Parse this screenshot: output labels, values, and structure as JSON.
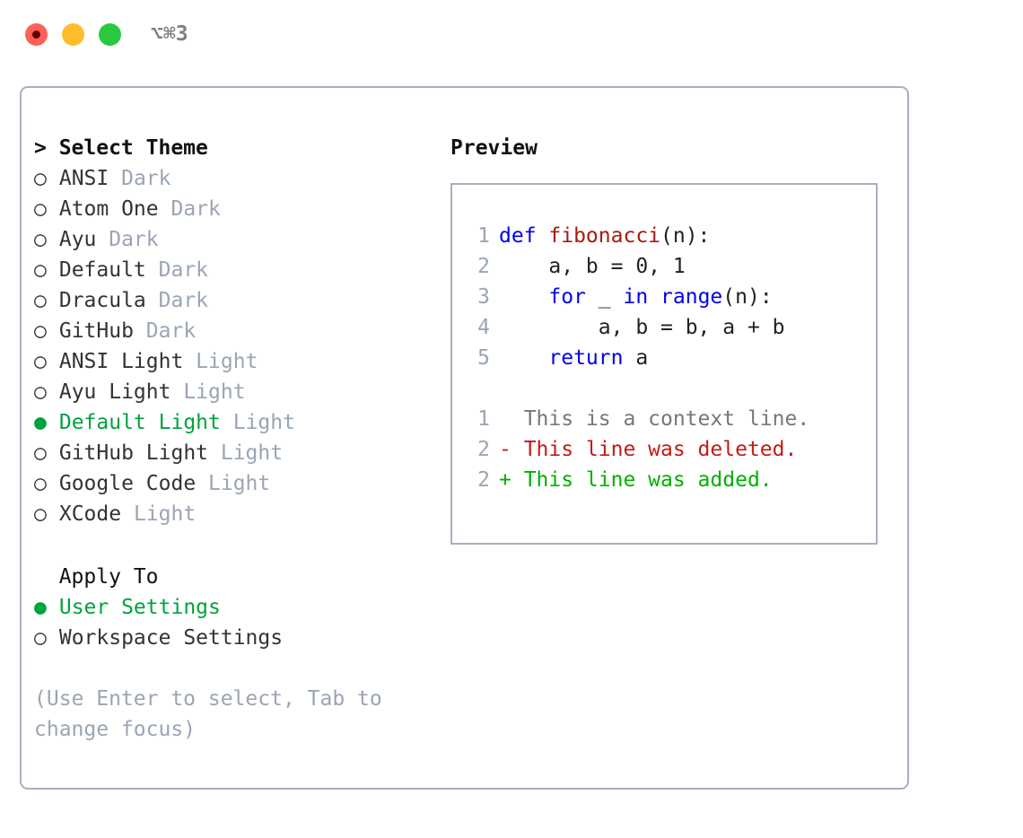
{
  "window": {
    "shortcut": "⌥⌘3",
    "traffic_lights": [
      {
        "name": "close-button",
        "color": "#ff5f57"
      },
      {
        "name": "minimize-button",
        "color": "#ffbd2e"
      },
      {
        "name": "maximize-button",
        "color": "#28c840"
      }
    ]
  },
  "theme_picker": {
    "header": "> Select Theme",
    "items": [
      {
        "bullet": "○",
        "name": "ANSI",
        "tag": "Dark",
        "selected": false
      },
      {
        "bullet": "○",
        "name": "Atom One",
        "tag": "Dark",
        "selected": false
      },
      {
        "bullet": "○",
        "name": "Ayu",
        "tag": "Dark",
        "selected": false
      },
      {
        "bullet": "○",
        "name": "Default",
        "tag": "Dark",
        "selected": false
      },
      {
        "bullet": "○",
        "name": "Dracula",
        "tag": "Dark",
        "selected": false
      },
      {
        "bullet": "○",
        "name": "GitHub",
        "tag": "Dark",
        "selected": false
      },
      {
        "bullet": "○",
        "name": "ANSI Light",
        "tag": "Light",
        "selected": false
      },
      {
        "bullet": "○",
        "name": "Ayu Light",
        "tag": "Light",
        "selected": false
      },
      {
        "bullet": "●",
        "name": "Default Light",
        "tag": "Light",
        "selected": true
      },
      {
        "bullet": "○",
        "name": "GitHub Light",
        "tag": "Light",
        "selected": false
      },
      {
        "bullet": "○",
        "name": "Google Code",
        "tag": "Light",
        "selected": false
      },
      {
        "bullet": "○",
        "name": "XCode",
        "tag": "Light",
        "selected": false
      }
    ]
  },
  "apply_to": {
    "header": "  Apply To",
    "items": [
      {
        "bullet": "●",
        "name": "User Settings",
        "tag": "",
        "selected": true
      },
      {
        "bullet": "○",
        "name": "Workspace Settings",
        "tag": "",
        "selected": false
      }
    ]
  },
  "hint": "(Use Enter to select, Tab to change focus)",
  "preview": {
    "title": "Preview",
    "code_lines": [
      {
        "num": "1",
        "tokens": [
          {
            "t": "def ",
            "c": "kw"
          },
          {
            "t": "fibonacci",
            "c": "fn"
          },
          {
            "t": "(n):",
            "c": "pl"
          }
        ]
      },
      {
        "num": "2",
        "tokens": [
          {
            "t": "    a, b = 0, 1",
            "c": "pl"
          }
        ]
      },
      {
        "num": "3",
        "tokens": [
          {
            "t": "    ",
            "c": "pl"
          },
          {
            "t": "for",
            "c": "kw"
          },
          {
            "t": " _ ",
            "c": "pl"
          },
          {
            "t": "in",
            "c": "kw"
          },
          {
            "t": " ",
            "c": "pl"
          },
          {
            "t": "range",
            "c": "bi"
          },
          {
            "t": "(n):",
            "c": "pl"
          }
        ]
      },
      {
        "num": "4",
        "tokens": [
          {
            "t": "        a, b = b, a + b",
            "c": "pl"
          }
        ]
      },
      {
        "num": "5",
        "tokens": [
          {
            "t": "    ",
            "c": "pl"
          },
          {
            "t": "return",
            "c": "kw"
          },
          {
            "t": " a",
            "c": "pl"
          }
        ]
      }
    ],
    "diff_lines": [
      {
        "num": "1",
        "marker": "  ",
        "text": "This is a context line.",
        "c": "ctx"
      },
      {
        "num": "2",
        "marker": "- ",
        "text": "This line was deleted.",
        "c": "del"
      },
      {
        "num": "2",
        "marker": "+ ",
        "text": "This line was added.",
        "c": "add"
      }
    ]
  },
  "colors": {
    "accent_green": "#00a33c",
    "muted_gray": "#9aa5b4",
    "border": "#a6b0c0",
    "keyword_blue": "#0000ee",
    "function_red": "#a61c10",
    "diff_delete": "#c41a16",
    "diff_add": "#00b000"
  }
}
